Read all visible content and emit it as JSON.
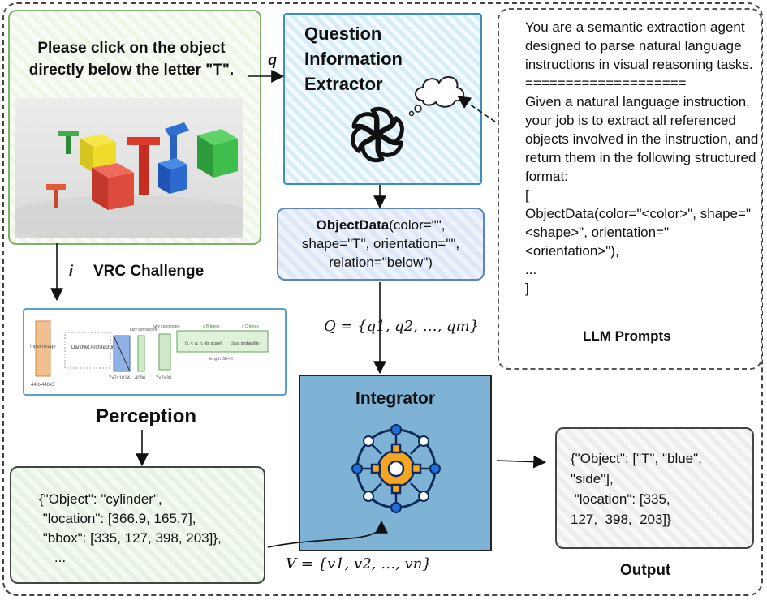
{
  "vrc": {
    "question": "Please click on the object directly below the letter \"T\".",
    "label": "VRC Challenge",
    "q_symbol": "q",
    "i_symbol": "i"
  },
  "qie": {
    "title": "Question Information Extractor",
    "icon": "openai-logo"
  },
  "objdata": {
    "name": "ObjectData",
    "rest1": "(color=\"\",",
    "line2": "shape=\"T\", orientation=\"\",",
    "line3": "relation=\"below\")"
  },
  "llm": {
    "text": "You are a semantic extraction agent designed to parse natural language instructions in visual reasoning tasks.\n====================\nGiven a natural language instruction, your job is to extract all referenced objects involved in the instruction, and return them in the following structured format:\n[\n  ObjectData(color=\"<color>\", shape=\"<shape>\", orientation=\"<orientation>\"),\n   ...\n]",
    "label": "LLM Prompts"
  },
  "perception": {
    "label": "Perception",
    "net_labels": [
      "Input Image",
      "DarkNet Architecture",
      "fully connected",
      "fully connected",
      "x B times",
      "x C times",
      "(x, y, w, h, obj score)",
      "class probability",
      "length: 5B+C",
      "448x448x3",
      "7x7x1024",
      "4096",
      "7x7x30"
    ]
  },
  "math": {
    "Q": "Q = {q1, q2, …, qm}",
    "V": "V = {v1, v2, …, vn}"
  },
  "integrator": {
    "title": "Integrator",
    "icon": "gear-network-icon"
  },
  "percout": {
    "text": "{\"Object\": \"cylinder\",\n \"location\": [366.9, 165.7],\n \"bbox\": [335, 127, 398, 203]},\n    ..."
  },
  "output": {
    "text": "{\"Object\": [\"T\", \"blue\",\n\"side\"],\n \"location\": [335,\n127,  398,  203]}",
    "label": "Output"
  },
  "colors": {
    "vrc_border": "#7cb36a",
    "qie_border": "#3b8fb8",
    "integrator_fill": "#7fb3d5",
    "gear": "#f5a623",
    "node_blue": "#1f6fd6"
  }
}
